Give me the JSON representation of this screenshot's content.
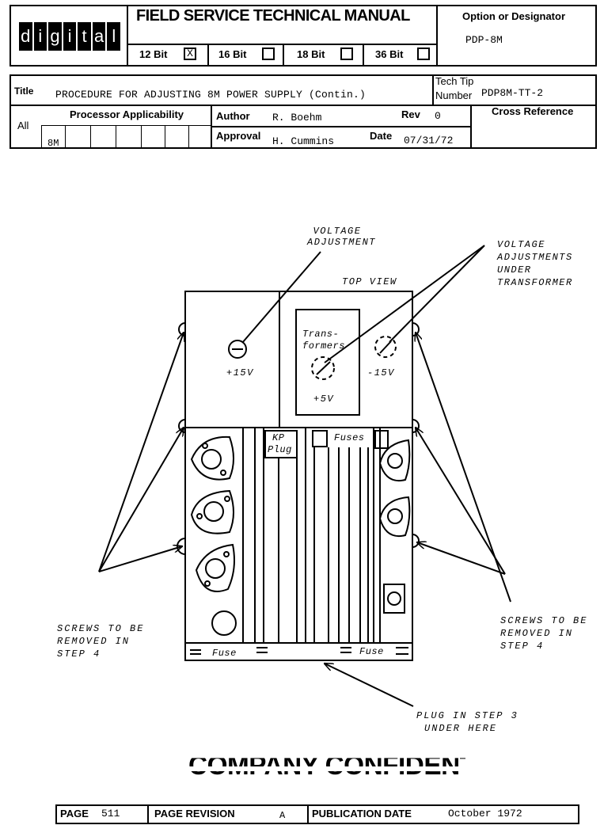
{
  "header": {
    "logo_letters": [
      "d",
      "i",
      "g",
      "i",
      "t",
      "a",
      "l"
    ],
    "manual_title": "FIELD SERVICE TECHNICAL MANUAL",
    "bit_options": [
      {
        "label": "12 Bit",
        "mark": "X"
      },
      {
        "label": "16 Bit",
        "mark": ""
      },
      {
        "label": "18 Bit",
        "mark": ""
      },
      {
        "label": "36 Bit",
        "mark": ""
      }
    ],
    "option_label": "Option or Designator",
    "option_value": "PDP-8M"
  },
  "info": {
    "title_label": "Title",
    "title_value": "PROCEDURE FOR ADJUSTING 8M POWER SUPPLY (Contin.)",
    "tech_tip_label": "Tech Tip",
    "number_label": "Number",
    "number_value": "PDP8M-TT-2",
    "all_label": "All",
    "processor_label": "Processor Applicability",
    "processor_value": "8M",
    "author_label": "Author",
    "author_value": "R. Boehm",
    "rev_label": "Rev",
    "rev_value": "0",
    "approval_label": "Approval",
    "approval_value": "H. Cummins",
    "date_label": "Date",
    "date_value": "07/31/72",
    "cross_ref_label": "Cross Reference"
  },
  "diagram": {
    "voltage_adjustment": [
      "VOLTAGE",
      "ADJUSTMENT"
    ],
    "voltage_adjustments_under": [
      "VOLTAGE",
      "ADJUSTMENTS",
      "UNDER",
      "TRANSFORMER"
    ],
    "top_view": "TOP VIEW",
    "plus15": "+15V",
    "minus15": "-15V",
    "plus5": "+5V",
    "transformer": [
      "Trans-",
      "formers"
    ],
    "kp_plug": [
      "KP",
      "Plug"
    ],
    "fuses": "Fuses",
    "fuse": "Fuse",
    "screws_left": [
      "SCREWS TO BE",
      "REMOVED IN",
      "STEP 4"
    ],
    "screws_right": [
      "SCREWS TO BE",
      "REMOVED IN",
      "STEP 4"
    ],
    "plug_note": [
      "PLUG IN STEP 3",
      "UNDER HERE"
    ]
  },
  "watermark": "COMPANY CONFIDENTIAL",
  "footer": {
    "page_label": "PAGE",
    "page_value": "511",
    "revision_label": "PAGE REVISION",
    "revision_value": "A",
    "pub_label": "PUBLICATION DATE",
    "pub_value": "October 1972"
  }
}
